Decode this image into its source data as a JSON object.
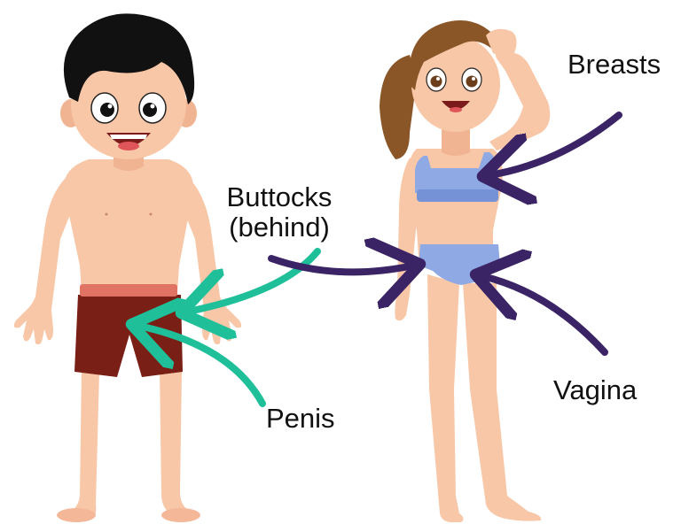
{
  "labels": {
    "breasts": "Breasts",
    "buttocks_line1": "Buttocks",
    "buttocks_line2": "(behind)",
    "penis": "Penis",
    "vagina": "Vagina"
  },
  "colors": {
    "background": "#ffffff",
    "boy_arrow": "#1fbf9a",
    "girl_arrow": "#3b2466",
    "skin": "#f8c7a7",
    "skin_shadow": "#eaa585",
    "boy_hair": "#111111",
    "boy_shorts": "#7a1f16",
    "boy_waistband": "#e07363",
    "girl_hair": "#8a5628",
    "girl_underwear": "#8ea9e3",
    "label_text": "#111111"
  },
  "figures": [
    {
      "name": "boy",
      "clothing": "swim shorts"
    },
    {
      "name": "girl",
      "clothing": "bra and underwear"
    }
  ],
  "arrows": [
    {
      "label": "Breasts",
      "figure": "girl"
    },
    {
      "label": "Buttocks (behind)",
      "figure": "boy",
      "also": "girl"
    },
    {
      "label": "Penis",
      "figure": "boy"
    },
    {
      "label": "Vagina",
      "figure": "girl"
    }
  ]
}
